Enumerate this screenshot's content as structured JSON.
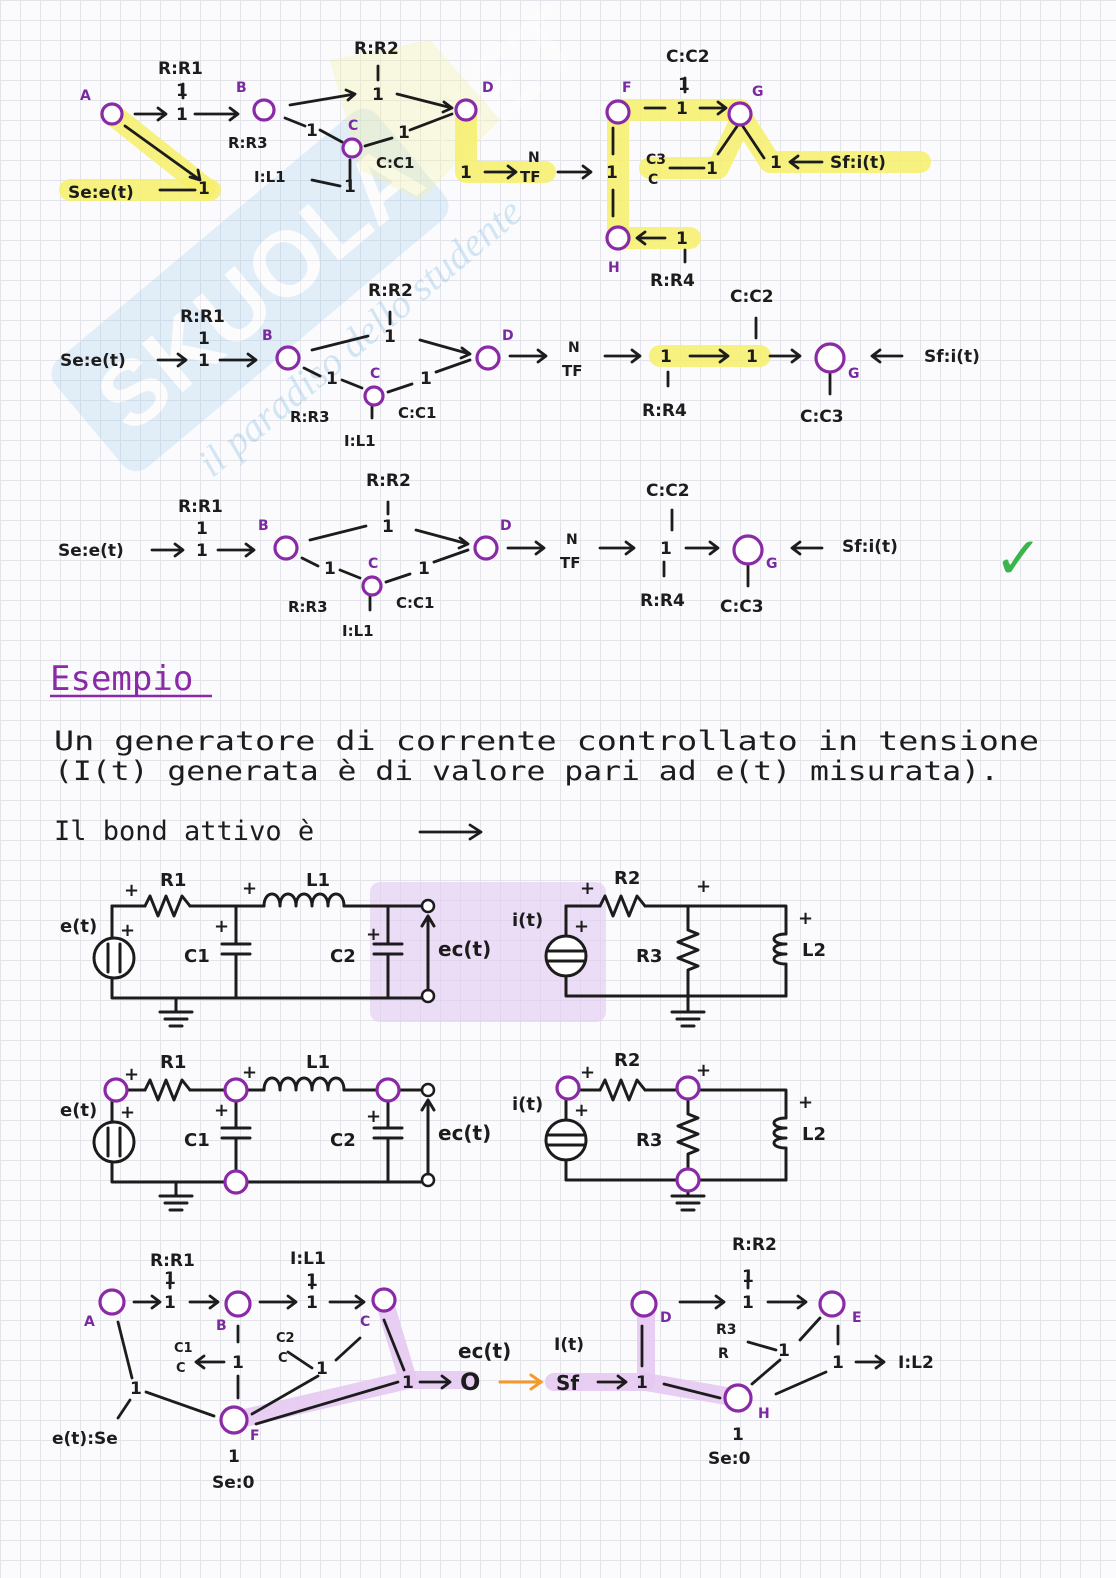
{
  "watermark": {
    "brand": "SKUOLA.NET",
    "tagline": "il paradiso dello studente"
  },
  "diagram1": {
    "nodes": {
      "A": "A",
      "B": "B",
      "C": "C",
      "D": "D",
      "F": "F",
      "G": "G",
      "H": "H"
    },
    "labels": {
      "r1": "R:R1",
      "r2": "R:R2",
      "r3": "R:R3",
      "l1": "I:L1",
      "c1": "C:C1",
      "se": "Se:e(t)",
      "tf_n": "N",
      "tf": "TF",
      "c2": "C:C2",
      "c3": "C3",
      "c3b": "C",
      "r4": "R:R4",
      "sf": "Sf:i(t)",
      "one": "1"
    }
  },
  "diagram2": {
    "labels": {
      "se": "Se:e(t)",
      "r1": "R:R1",
      "r2": "R:R2",
      "r3": "R:R3",
      "l1": "I:L1",
      "c1": "C:C1",
      "tf_n": "N",
      "tf": "TF",
      "c2": "C:C2",
      "r4": "R:R4",
      "c3": "C:C3",
      "sf": "Sf:i(t)",
      "b": "B",
      "c": "C",
      "d": "D",
      "g": "G",
      "one": "1"
    }
  },
  "diagram3": {
    "labels": {
      "se": "Se:e(t)",
      "r1": "R:R1",
      "r2": "R:R2",
      "r3": "R:R3",
      "l1": "I:L1",
      "c1": "C:C1",
      "tf_n": "N",
      "tf": "TF",
      "c2": "C:C2",
      "r4": "R:R4",
      "c3": "C:C3",
      "sf": "Sf:i(t)",
      "b": "B",
      "c": "C",
      "d": "D",
      "g": "G",
      "one": "1"
    },
    "checkmark": "✓"
  },
  "section": {
    "title": "Esempio",
    "line1": "Un generatore di corrente controllato in tensione",
    "line2": "(I(t) generata è di valore pari ad e(t) misurata).",
    "line3": "Il bond attivo è"
  },
  "circuit": {
    "e": "e(t)",
    "r1": "R1",
    "l1": "L1",
    "c1": "C1",
    "c2": "C2",
    "ec": "ec(t)",
    "i": "i(t)",
    "r2": "R2",
    "r3": "R3",
    "l2": "L2",
    "plus": "+"
  },
  "diagram4": {
    "labels": {
      "r1": "R:R1",
      "l1": "I:L1",
      "c1": "C1",
      "c1b": "C",
      "c2": "C2",
      "c2b": "C",
      "se_e": "e(t):Se",
      "se0a": "Se:0",
      "ec": "ec(t)",
      "it": "I(t)",
      "sf": "Sf",
      "r2": "R:R2",
      "r3": "R3",
      "r3b": "R",
      "il2": "I:L2",
      "se0b": "Se:0",
      "a": "A",
      "b": "B",
      "c": "C",
      "d": "D",
      "e": "E",
      "f": "F",
      "h": "H",
      "one": "1",
      "zero": "O"
    }
  }
}
